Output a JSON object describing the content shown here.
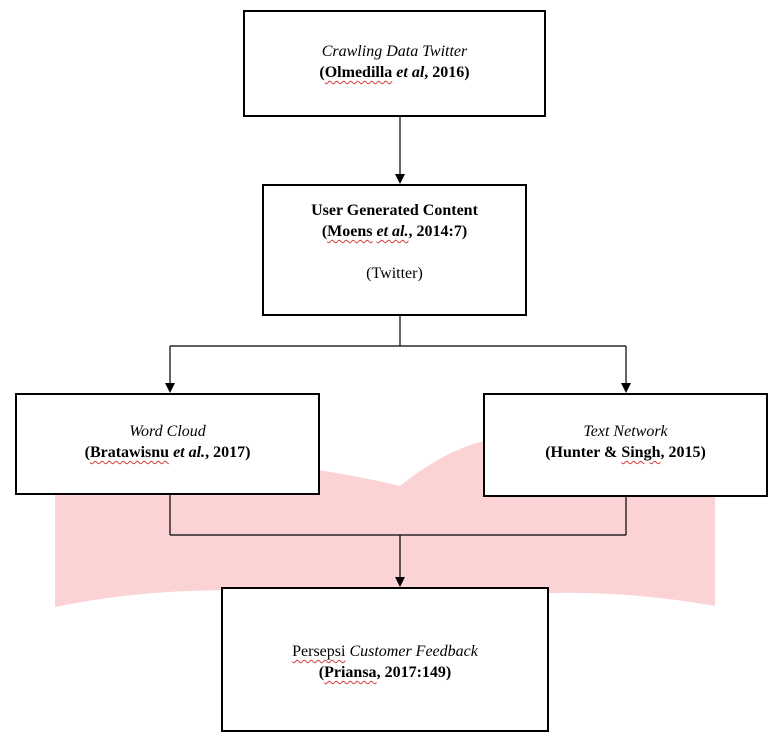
{
  "diagram": {
    "crawling": {
      "title": "Crawling Data Twitter",
      "ref_author": "Olmedilla",
      "ref_etal": "et al",
      "ref_year": ", 2016)"
    },
    "ugc": {
      "title": "User Generated Content",
      "ref_author": "Moens",
      "ref_etal": "et al.",
      "ref_year": ", 2014:7)",
      "note": "(Twitter)"
    },
    "word_cloud": {
      "title": "Word Cloud",
      "ref_author": "Bratawisnu",
      "ref_etal": "et al.",
      "ref_year": ", 2017)"
    },
    "text_network": {
      "title": "Text Network",
      "ref_prefix": "(Hunter & ",
      "ref_author": "Singh",
      "ref_year": ", 2015)"
    },
    "persepsi": {
      "title_plain": "Persepsi",
      "title_italic": " Customer Feedback",
      "ref_author": "Priansa",
      "ref_year": ", 2017:149)"
    }
  },
  "colors": {
    "watermark": "#fbd3d5",
    "line": "#000000",
    "spellcheck_underline": "#d23b3b"
  }
}
